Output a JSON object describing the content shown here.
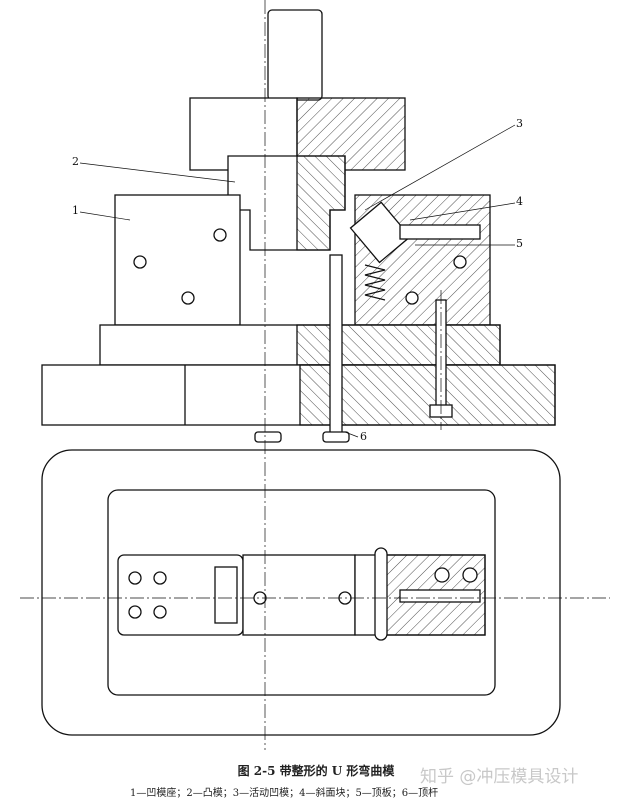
{
  "figure": {
    "caption": "图 2-5   带整形的 U 形弯曲模",
    "legend": "1—凹模座；2—凸模；3—活动凹模；4—斜面块；5—顶板；6—顶杆",
    "watermark": "知乎 @冲压模具设计",
    "part_labels": [
      "1",
      "2",
      "3",
      "4",
      "5",
      "6"
    ]
  }
}
